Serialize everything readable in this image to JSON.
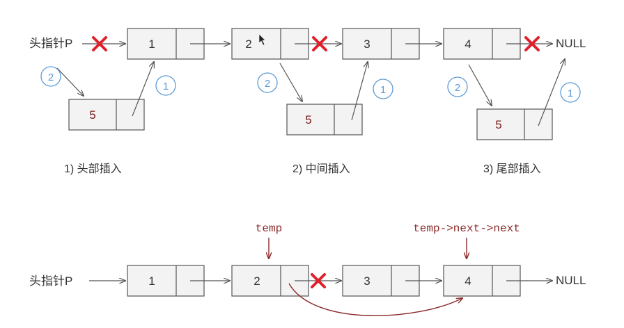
{
  "head_label": "头指针P",
  "null_label": "NULL",
  "node_values": {
    "n1": "1",
    "n2": "2",
    "n3": "3",
    "n4": "4",
    "n5": "5"
  },
  "step_labels": {
    "one": "1",
    "two": "2"
  },
  "captions": {
    "head_insert": "1) 头部插入",
    "middle_insert": "2) 中间插入",
    "tail_insert": "3) 尾部插入"
  },
  "pointer_labels": {
    "temp": "temp",
    "temp_next_next": "temp->next->next"
  },
  "colors": {
    "cross": "#e0202a",
    "step_circle": "#5b9bd5",
    "curve": "#8b2a2a"
  }
}
